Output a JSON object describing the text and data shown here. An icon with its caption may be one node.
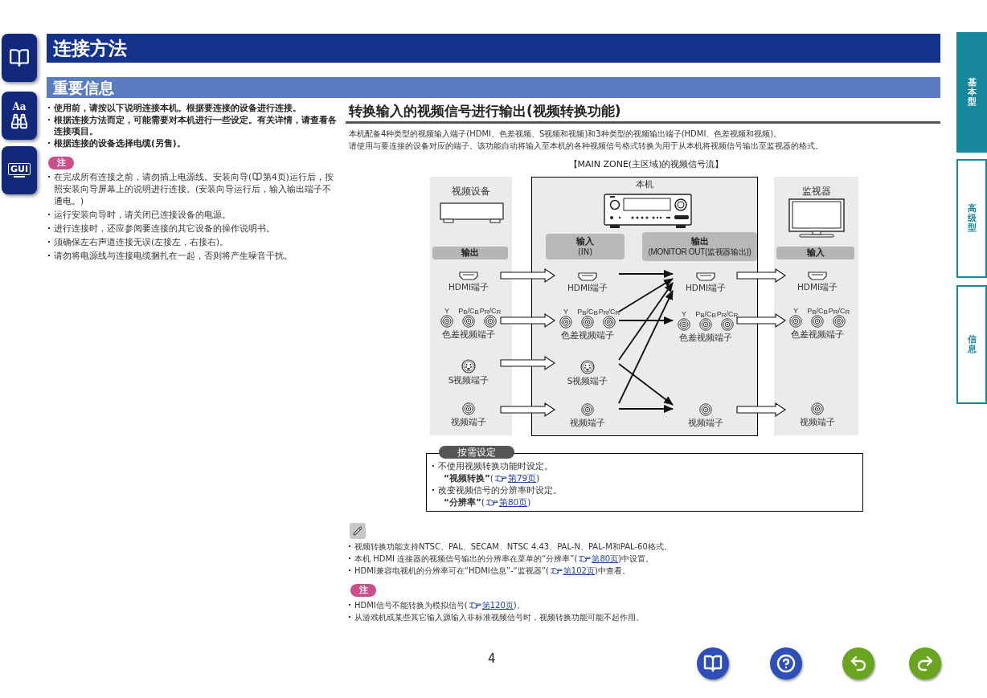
{
  "diagram": {
    "title": "【MAIN ZONE(主区域)的视频信号流】",
    "nodes": [
      {
        "text": [
          "视频设备",
          "输出"
        ]
      },
      {
        "text": [
          "本机"
        ]
      },
      {
        "text": [
          "输入",
          "(IN)"
        ],
        "in": 1
      },
      {
        "text": [
          "输出",
          "(MONITOR OUT(监视器输出))"
        ],
        "in": 1
      },
      {
        "text": [
          "监视器",
          "输入"
        ]
      },
      {
        "text": [
          "HDMI端子"
        ],
        "in": 0
      },
      {
        "text": [
          "色差视频端子"
        ],
        "in": 0,
        "beside": [
          "Y",
          "P$_{B}$/C$_{B}$",
          "P$_{R}$/C$_{R}$"
        ]
      },
      {
        "text": [
          "S视频端子"
        ],
        "in": 0
      },
      {
        "text": [
          "视频端子"
        ],
        "in": 0
      },
      {
        "text": [
          "HDMI端子"
        ],
        "in": 1
      },
      {
        "text": [
          "色差视频端子"
        ],
        "in": 1,
        "beside": [
          "Y",
          "P$_{B}$/C$_{B}$",
          "P$_{R}$/C$_{R}$"
        ]
      },
      {
        "text": [
          "S视频端子"
        ],
        "in": 1
      },
      {
        "text": [
          "视频端子"
        ],
        "in": 1
      },
      {
        "text": [
          "HDMI端子"
        ],
        "in": 1
      },
      {
        "text": [
          "色差视频端子"
        ],
        "in": 1,
        "beside": [
          "Y",
          "P$_{B}$/C$_{B}$",
          "P$_{R}$/C$_{R}$"
        ]
      },
      {
        "text": [
          "视频端子"
        ],
        "in": 1
      },
      {
        "text": [
          "HDMI端子"
        ],
        "in": 4
      },
      {
        "text": [
          "色差视频端子"
        ],
        "in": 4,
        "beside": [
          "Y",
          "P$_{B}$/C$_{B}$",
          "P$_{R}$/C$_{R}$"
        ]
      },
      {
        "text": [
          "视频端子"
        ],
        "in": 4
      }
    ],
    "edges": [
      {
        "from": 5,
        "to": 9,
        "arrow": "to",
        "style": "thick"
      },
      {
        "from": 6,
        "to": 10,
        "arrow": "to",
        "style": "thick"
      },
      {
        "from": 7,
        "to": 11,
        "arrow": "to",
        "style": "thick"
      },
      {
        "from": 8,
        "to": 12,
        "arrow": "to",
        "style": "thick"
      },
      {
        "from": 13,
        "to": 16,
        "arrow": "to",
        "style": "thick"
      },
      {
        "from": 14,
        "to": 17,
        "arrow": "to",
        "style": "thick"
      },
      {
        "from": 15,
        "to": 18,
        "arrow": "to",
        "style": "thick"
      },
      {
        "from": 9,
        "to": 13,
        "arrow": "to"
      },
      {
        "from": 10,
        "to": 13,
        "arrow": "to"
      },
      {
        "from": 10,
        "to": 14,
        "arrow": "to"
      },
      {
        "from": 11,
        "to": 13,
        "arrow": "to"
      },
      {
        "from": 12,
        "to": 13,
        "arrow": "to"
      },
      {
        "from": 11,
        "to": 15,
        "arrow": "to"
      },
      {
        "from": 12,
        "to": 15,
        "arrow": "to"
      }
    ],
    "labels": [
      "连接方法",
      "重要信息",
      "使用前，请按以下说明连接本机。根据要连接的设备进行连接。",
      "根据连接方法而定，可能需要对本机进行一些设定。有关详情，请查看各连接项目。",
      "根据连接的设备选择电缆(另售)。",
      "注",
      "在完成所有连接之前，请勿插上电源线。安装向导(第4页)运行后，按照安装向导屏幕上的说明进行连接。(安装向导运行后，输入输出端子不通电。)",
      "运行安装向导时，请关闭已连接设备的电源。",
      "进行连接时，还应参阅要连接的其它设备的操作说明书。",
      "须确保左右声道连接无误(左接左，右接右)。",
      "请勿将电源线与连接电缆捆扎在一起，否则将产生噪音干扰。",
      "转换输入的视频信号进行输出(视频转换功能)",
      "本机配备4种类型的视频输入端子(HDMI、色差视频、S视频和视频)和3种类型的视频输出端子(HDMI、色差视频和视频)。",
      "请使用与要连接的设备对应的端子。该功能自动将输入至本机的各种视频信号格式转换为用于从本机将视频信号输出至监视器的格式。",
      "按需设定",
      "不使用视频转换功能时设定。",
      "**“视频转换”**(第79页)",
      "改变视频信号的分辨率时设定。",
      "**“分辨率”**(第80页)",
      "视频转换功能支持NTSC、PAL、SECAM、NTSC 4.43、PAL-N、PAL-M和PAL-60格式。",
      "本机 HDMI 连接器的视频信号输出的分辨率在菜单的“分辨率”(第80页)中设置。",
      "HDMI兼容电视机的分辨率可在“HDMI信息”-“监视器”(第102页)中查看。",
      "注",
      "HDMI信号不能转换为模拟信号(第120页)。",
      "从游戏机或某些其它输入源输入非标准视频信号时，视频转换功能可能不起作用。",
      "4",
      "基本型",
      "高级型",
      "信息",
      "Aa",
      "GUI"
    ]
  }
}
